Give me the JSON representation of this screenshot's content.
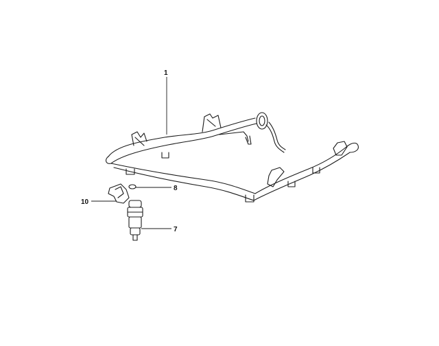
{
  "diagram": {
    "callouts": [
      {
        "id": "1",
        "label": "1"
      },
      {
        "id": "8",
        "label": "8"
      },
      {
        "id": "10",
        "label": "10"
      },
      {
        "id": "7",
        "label": "7"
      }
    ],
    "colors": {
      "line": "#1a1a1a",
      "background": "#ffffff"
    }
  }
}
